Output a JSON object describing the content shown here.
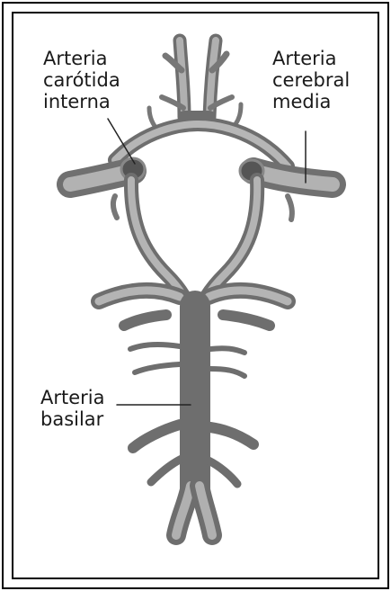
{
  "labels": {
    "carotid": {
      "line1": "Arteria",
      "line2": "carótida",
      "line3": "interna"
    },
    "cerebral_media": {
      "line1": "Arteria",
      "line2": "cerebral",
      "line3": "media"
    },
    "basilar": {
      "line1": "Arteria",
      "line2": "basilar"
    }
  },
  "colors": {
    "vessel_fill": "#9a9a9a",
    "vessel_dark": "#6e6e6e",
    "vessel_light": "#c8c8c8",
    "border": "#000000"
  }
}
